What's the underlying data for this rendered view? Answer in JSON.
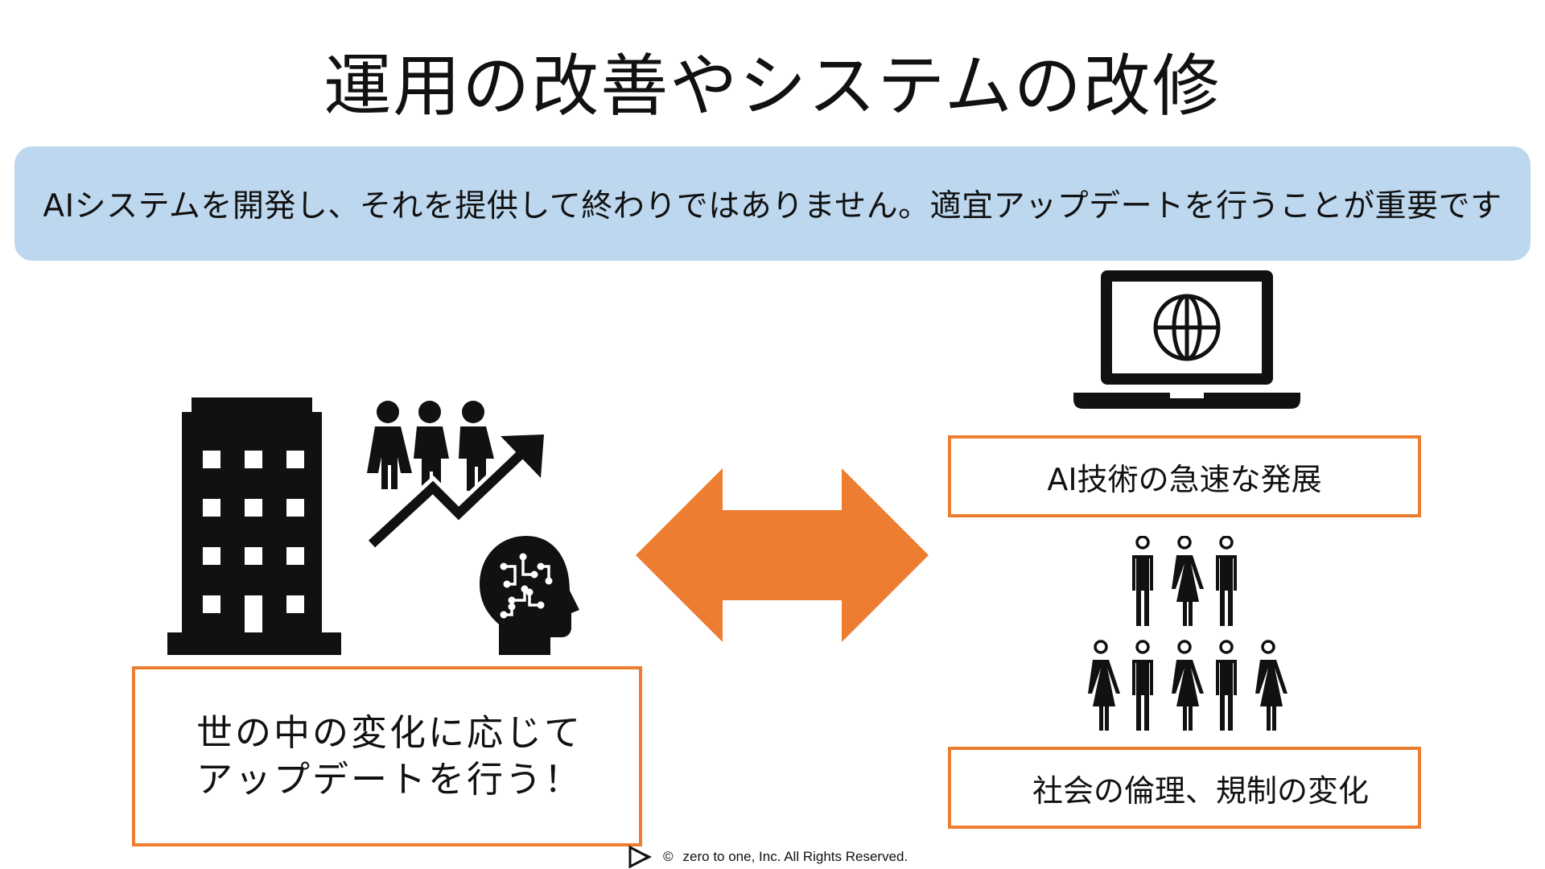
{
  "slide": {
    "title": "運用の改善やシステムの改修",
    "banner_text": "AIシステムを開発し、それを提供して終わりではありません。適宜アップデートを行うことが重要です",
    "left_box": {
      "line1": "世の中の変化に応じて",
      "line2": "アップデートを行う！"
    },
    "ai_box_text": "AI技術の急速な発展",
    "social_box_text": "社会の倫理、規制の変化",
    "footer": {
      "copyright_symbol": "©",
      "text": "zero to one, Inc. All Rights Reserved."
    }
  },
  "colors": {
    "banner_bg": "#bdd7ee",
    "accent_orange": "#ed7d31",
    "icon": "#111111"
  },
  "icons": [
    "office-building-icon",
    "people-growth-icon",
    "ai-brain-head-icon",
    "double-arrow-icon",
    "laptop-globe-icon",
    "crowd-people-icon",
    "play-logo-icon"
  ]
}
